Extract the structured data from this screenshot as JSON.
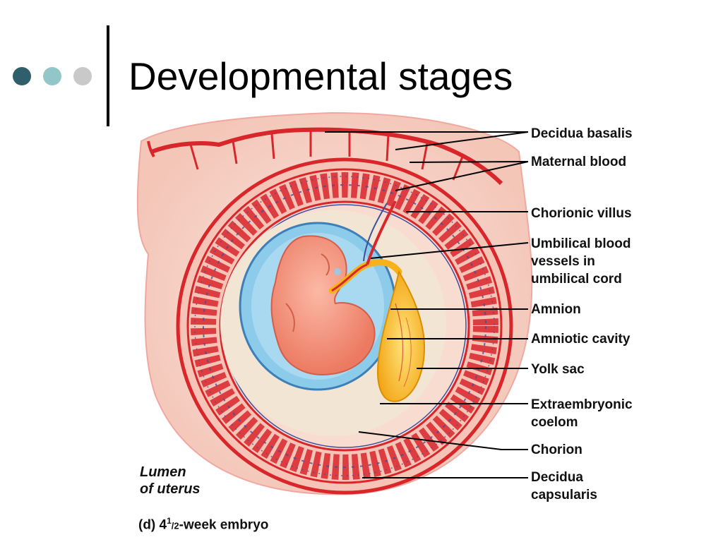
{
  "slide": {
    "title": "Developmental stages"
  },
  "labels": {
    "decidua_basalis": "Decidua basalis",
    "maternal_blood": "Maternal blood",
    "chorionic_villus": "Chorionic villus",
    "umbilical_line1": "Umbilical blood",
    "umbilical_line2": "vessels in",
    "umbilical_line3": "umbilical cord",
    "amnion": "Amnion",
    "amniotic_cavity": "Amniotic cavity",
    "yolk_sac": "Yolk sac",
    "extraembryonic_line1": "Extraembryonic",
    "extraembryonic_line2": "coelom",
    "chorion": "Chorion",
    "decidua_capsularis_line1": "Decidua",
    "decidua_capsularis_line2": "capsularis",
    "lumen_line1": "Lumen",
    "lumen_line2": "of uterus"
  },
  "caption": {
    "prefix": "(d) 4",
    "sup": "1",
    "slash": "/",
    "denominator": "2",
    "suffix": "-week embryo"
  },
  "colors": {
    "accent_dark": "#2f5f6a",
    "accent_light": "#93c6c9",
    "accent_grey": "#c9c9c9",
    "vessel_red": "#d8262b",
    "vein_blue": "#3d4f9e",
    "amnion_blue": "#8ccbea",
    "embryo_pink": "#f08a74",
    "yolk_yellow": "#f7b21b",
    "tissue_pink": "#f6cfc4"
  }
}
